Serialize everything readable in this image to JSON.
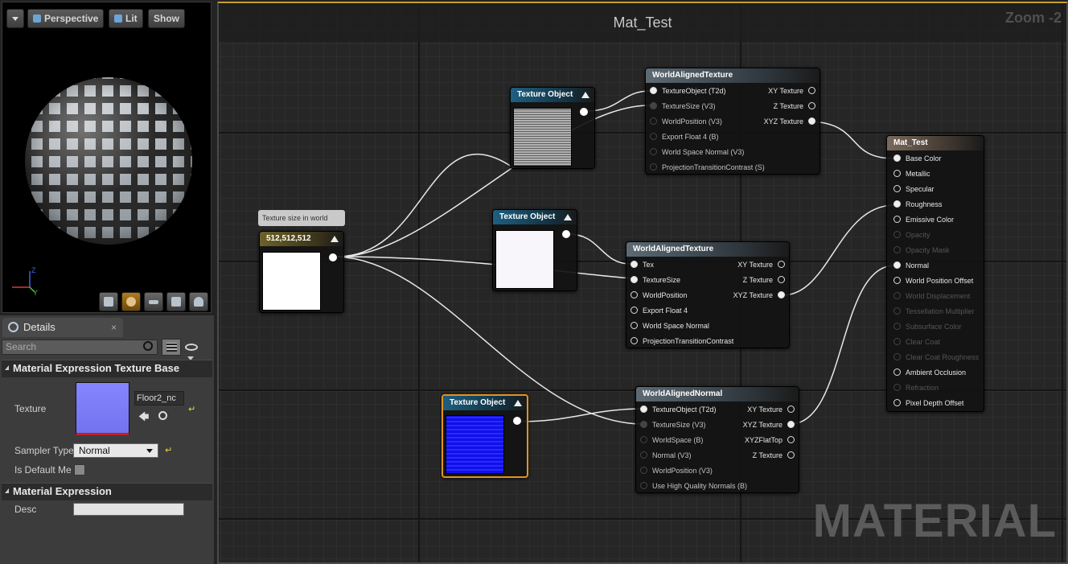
{
  "viewport": {
    "perspective_label": "Perspective",
    "lit_label": "Lit",
    "show_label": "Show",
    "axis_z": "Z",
    "axis_y": "Y"
  },
  "details": {
    "tab_label": "Details",
    "close_glyph": "×",
    "search_placeholder": "Search",
    "section1_title": "Material Expression Texture Base",
    "texture_label": "Texture",
    "texture_value": "Floor2_nc",
    "sampler_label": "Sampler Type",
    "sampler_value": "Normal",
    "default_label": "Is Default Me",
    "section2_title": "Material Expression",
    "desc_label": "Desc"
  },
  "graph": {
    "title": "Mat_Test",
    "zoom": "Zoom -2",
    "watermark": "MATERIAL",
    "comment": "Texture size in world",
    "constant_node": {
      "title": "512,512,512"
    },
    "tex_obj_1": {
      "title": "Texture Object"
    },
    "tex_obj_2": {
      "title": "Texture Object"
    },
    "tex_obj_3": {
      "title": "Texture Object"
    },
    "wat1": {
      "title": "WorldAlignedTexture",
      "inputs": [
        "TextureObject (T2d)",
        "TextureSize (V3)",
        "WorldPosition (V3)",
        "Export Float 4 (B)",
        "World Space Normal (V3)",
        "ProjectionTransitionContrast (S)"
      ],
      "outputs": [
        "XY Texture",
        "Z Texture",
        "XYZ Texture"
      ]
    },
    "wat2": {
      "title": "WorldAlignedTexture",
      "inputs": [
        "Tex",
        "TextureSize",
        "WorldPosition",
        "Export Float 4",
        "World Space Normal",
        "ProjectionTransitionContrast"
      ],
      "outputs": [
        "XY Texture",
        "Z Texture",
        "XYZ Texture"
      ]
    },
    "wan": {
      "title": "WorldAlignedNormal",
      "inputs": [
        "TextureObject (T2d)",
        "TextureSize (V3)",
        "WorldSpace (B)",
        "Normal (V3)",
        "WorldPosition (V3)",
        "Use High Quality Normals (B)"
      ],
      "outputs": [
        "XY Texture",
        "XYZ Texture",
        "XYZFlatTop",
        "Z Texture"
      ]
    },
    "result": {
      "title": "Mat_Test",
      "inputs": [
        "Base Color",
        "Metallic",
        "Specular",
        "Roughness",
        "Emissive Color",
        "Opacity",
        "Opacity Mask",
        "Normal",
        "World Position Offset",
        "World Displacement",
        "Tessellation Multiplier",
        "Subsurface Color",
        "Clear Coat",
        "Clear Coat Roughness",
        "Ambient Occlusion",
        "Refraction",
        "Pixel Depth Offset"
      ]
    }
  },
  "colors": {
    "accent": "#e29321",
    "graph_bg": "#262626",
    "selection": "#e29321"
  }
}
